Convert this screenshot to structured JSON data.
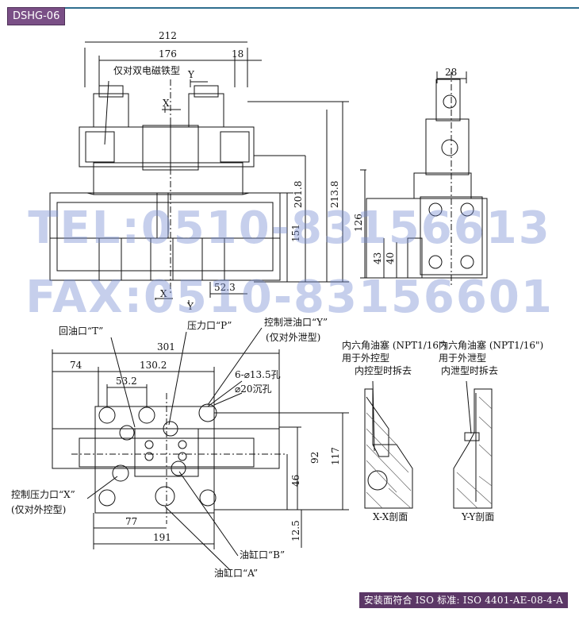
{
  "header": {
    "model_tag": "DSHG-06"
  },
  "footer": {
    "standard": "安装面符合 ISO 标准: ISO 4401-AE-08-4-A"
  },
  "watermark": {
    "tel": "TEL:0510-83156613",
    "fax": "FAX:0510-83156601"
  },
  "front_view": {
    "dims": {
      "d212": "212",
      "d176": "176",
      "d18": "18",
      "d201_8": "201.8",
      "d213_8": "213.8",
      "d151": "151",
      "d52_3": "52.3"
    },
    "note_solenoid": "仅对双电磁铁型",
    "y_label": "Y",
    "x_label": "X"
  },
  "side_view": {
    "dims": {
      "d28": "28",
      "d126": "126",
      "d43": "43",
      "d40": "40"
    }
  },
  "top_view": {
    "dims": {
      "d301": "301",
      "d74": "74",
      "d130_2": "130.2",
      "d53_2": "53.2",
      "d92": "92",
      "d117": "117",
      "d46": "46",
      "d12_5": "12.5",
      "d77": "77",
      "d191": "191"
    },
    "port_T": "回油口“T”",
    "port_P": "压力口“P”",
    "port_Y": "控制泄油口“Y”",
    "port_Y_note": "(仅对外泄型)",
    "holes": "6-⌀13.5孔",
    "counterbore": "⌀20沉孔",
    "port_X": "控制压力口“X”",
    "port_X_note": "(仅对外控型)",
    "port_B": "油缸口“B”",
    "port_A": "油缸口“A”"
  },
  "section_xx": {
    "plug": "内六角油塞 (NPT1/16\")",
    "use": "用于外控型",
    "remove": "内控型时拆去",
    "caption": "X-X剖面"
  },
  "section_yy": {
    "plug": "内六角油塞 (NPT1/16\")",
    "use": "用于外泄型",
    "remove": "内泄型时拆去",
    "caption": "Y-Y剖面"
  }
}
